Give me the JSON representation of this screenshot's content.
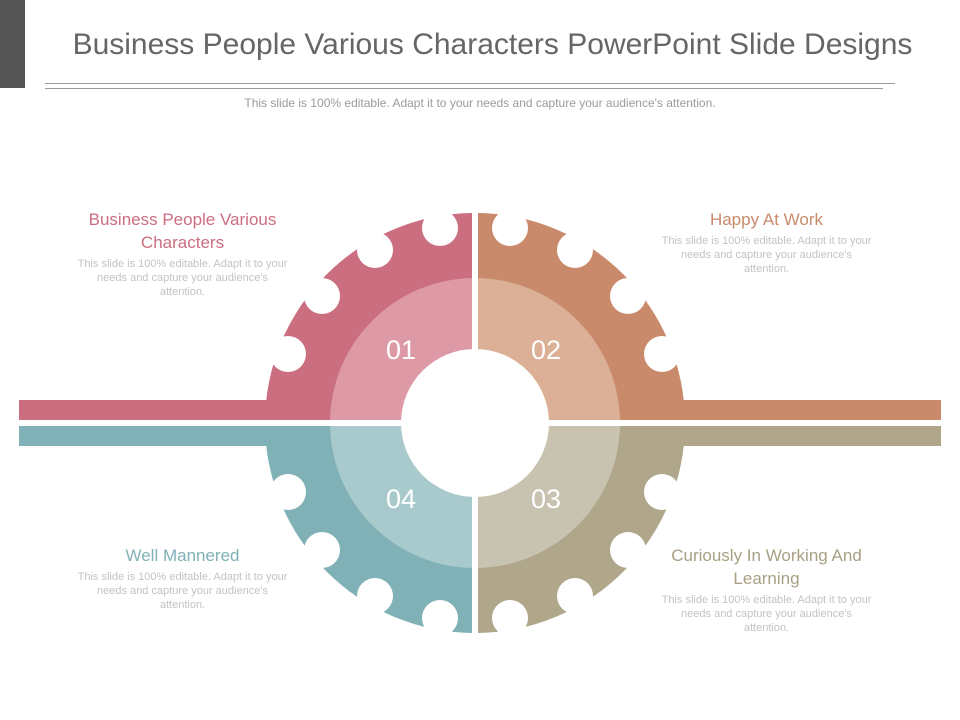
{
  "title": "Business People Various Characters PowerPoint Slide Designs",
  "subtitle": "This slide is 100% editable. Adapt it to your needs and capture your audience's attention.",
  "colors": {
    "pink": "#cb6e80",
    "pink_light": "#dd9aa6",
    "orange": "#c88a6a",
    "orange_light": "#dcb096",
    "teal": "#7fb1b6",
    "teal_light": "#a8cacd",
    "olive": "#b0a68a",
    "olive_light": "#c8c2b0"
  },
  "segments": [
    {
      "number": "01",
      "heading": "Business People Various Characters",
      "text": "This slide is 100% editable. Adapt it to your needs and capture your audience's attention.",
      "heading_color": "#cb6e80"
    },
    {
      "number": "02",
      "heading": "Happy At Work",
      "text": "This slide is 100% editable. Adapt it to your needs and capture your audience's attention.",
      "heading_color": "#c88a6a"
    },
    {
      "number": "03",
      "heading": "Curiously In Working And Learning",
      "text": "This slide is 100% editable. Adapt it to your needs and capture your audience's attention.",
      "heading_color": "#a9a084"
    },
    {
      "number": "04",
      "heading": "Well Mannered",
      "text": "This slide is 100% editable. Adapt it to your needs and capture your audience's attention.",
      "heading_color": "#7fb1b6"
    }
  ]
}
